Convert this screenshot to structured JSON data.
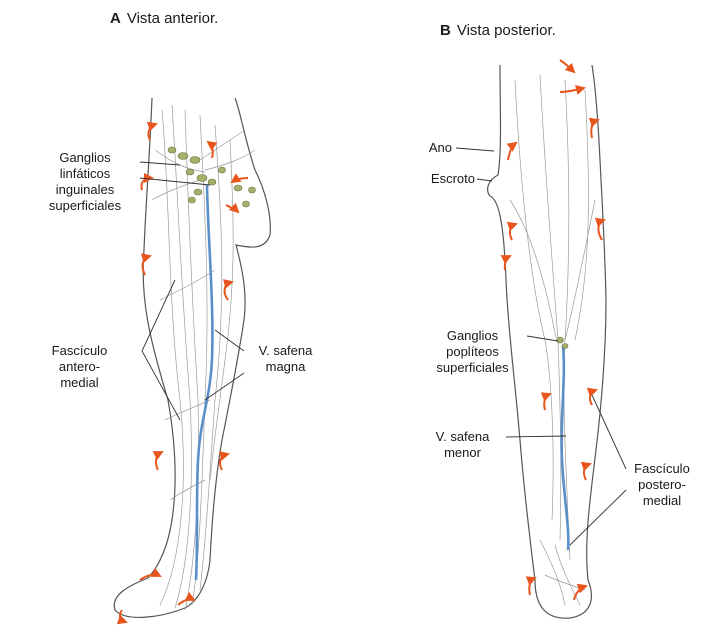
{
  "colors": {
    "background": "#ffffff",
    "outline": "#555555",
    "lymph_vessel": "#9a9a9a",
    "vein": "#5b8fc7",
    "node": "#a7ad6a",
    "arrow": "#e8561e",
    "leader_line": "#333333",
    "text": "#1a1a1a"
  },
  "panels": {
    "a": {
      "letter": "A",
      "title": "Vista anterior.",
      "labels": {
        "ganglios": [
          "Ganglios",
          "linfáticos",
          "inguinales",
          "superficiales"
        ],
        "fasciculo": [
          "Fascículo",
          "antero-",
          "medial"
        ],
        "safena": [
          "V. safena",
          "magna"
        ]
      }
    },
    "b": {
      "letter": "B",
      "title": "Vista posterior.",
      "labels": {
        "ano": "Ano",
        "escroto": "Escroto",
        "ganglios": [
          "Ganglios",
          "poplíteos",
          "superficiales"
        ],
        "safena": [
          "V. safena",
          "menor"
        ],
        "fasciculo": [
          "Fascículo",
          "postero-",
          "medial"
        ]
      }
    }
  }
}
